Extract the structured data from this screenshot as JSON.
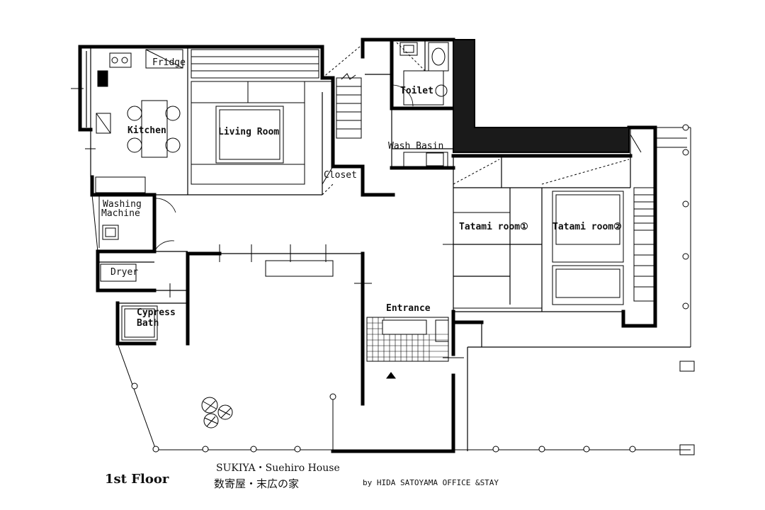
{
  "rooms": {
    "fridge": "Fridge",
    "kitchen": "Kitchen",
    "living_room": "Living Room",
    "toilet": "Toilet",
    "wash_basin": "Wash Basin",
    "closet": "Closet",
    "washing_machine_line1": "Washing",
    "washing_machine_line2": "Machine",
    "dryer": "Dryer",
    "cypress_bath_line1": "Cypress",
    "cypress_bath_line2": "Bath",
    "entrance": "Entrance",
    "tatami_room_1": "Tatami room①",
    "tatami_room_2": "Tatami room②"
  },
  "caption": {
    "floor": "1st Floor",
    "house_en": "SUKIYA・Suehiro House",
    "house_jp": "数寄屋・末広の家",
    "credit": "by HIDA SATOYAMA OFFICE &STAY"
  },
  "colors": {
    "ink": "#111111",
    "wall": "#000000",
    "fill_dark": "#1a1a1a"
  }
}
